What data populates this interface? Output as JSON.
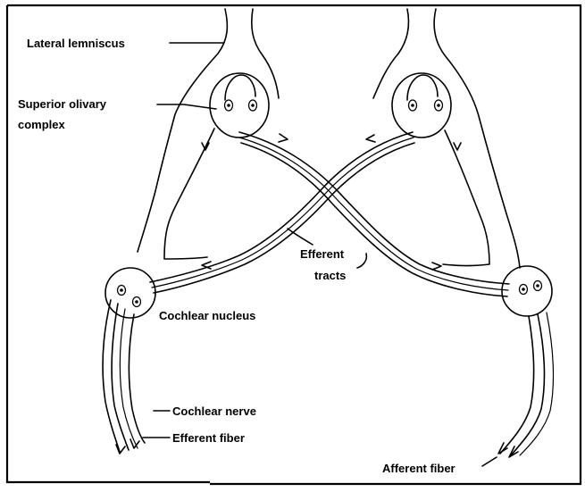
{
  "figure": {
    "labels": {
      "lateral_lemniscus": "Lateral lemniscus",
      "superior_olivary_line1": "Superior olivary",
      "superior_olivary_line2": "complex",
      "efferent_tracts_line1": "Efferent",
      "efferent_tracts_line2": "tracts",
      "cochlear_nucleus": "Cochlear nucleus",
      "cochlear_nerve": "Cochlear nerve",
      "efferent_fiber": "Efferent fiber",
      "afferent_fiber": "Afferent fiber"
    }
  }
}
